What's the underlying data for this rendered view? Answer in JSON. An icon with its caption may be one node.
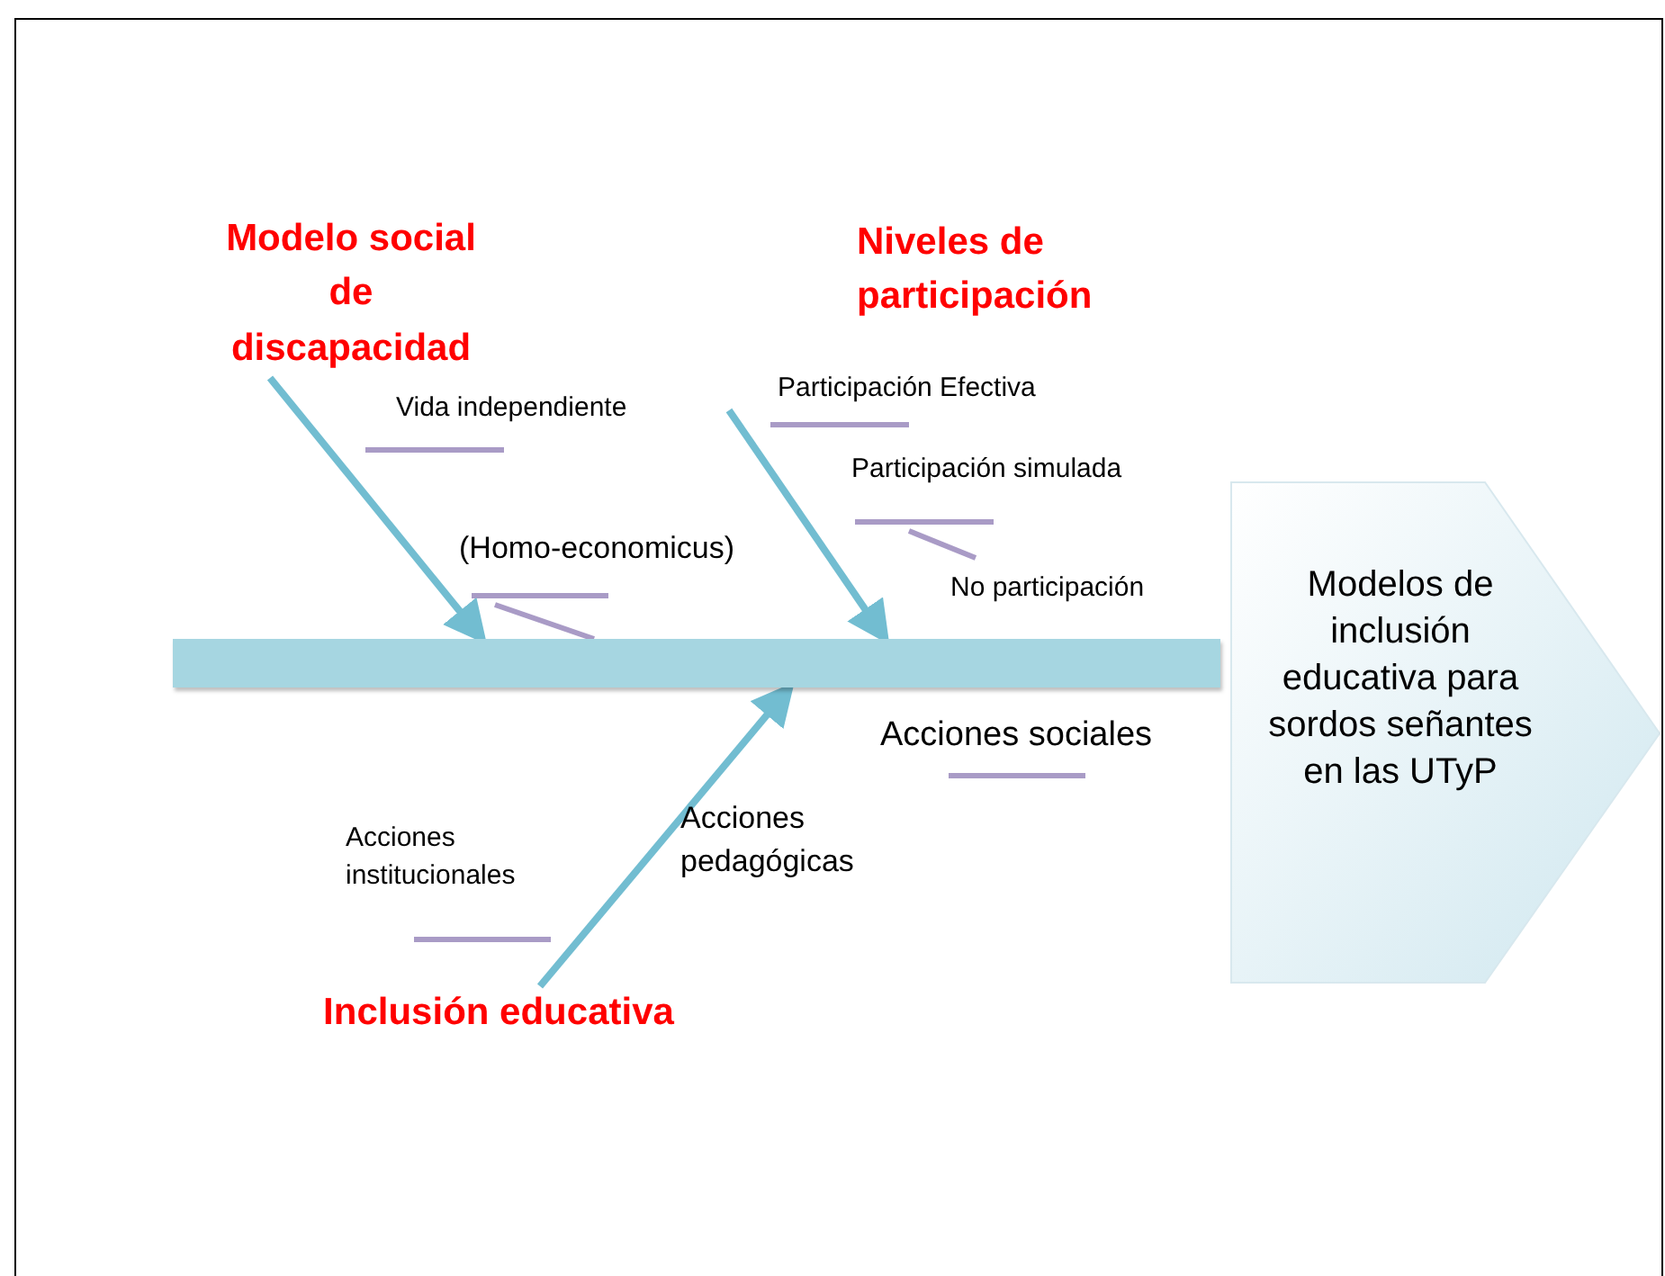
{
  "diagram": {
    "nodes": [
      {
        "text": [],
        "shape": "bar"
      },
      {
        "text": [
          "Modelos de inclusión educativa para sordos señantes en las UTyP"
        ]
      },
      {
        "text": [
          "Modelo social de discapacidad"
        ]
      },
      {
        "text": [
          "Niveles de participación"
        ]
      },
      {
        "text": [
          "Inclusión educativa"
        ]
      }
    ],
    "edges": [
      {
        "from": 2,
        "to": 0,
        "arrow": "to"
      },
      {
        "from": null,
        "to": 0,
        "arrow": "to"
      },
      {
        "from": 4,
        "to": 0,
        "arrow": "to"
      }
    ],
    "labels": [
      "Vida independiente",
      "Participación Efectiva",
      "Participación simulada",
      "(Homo-economicus)",
      "No participación",
      "Acciones sociales",
      "Acciones pedagógicas",
      "Acciones institucionales"
    ]
  }
}
